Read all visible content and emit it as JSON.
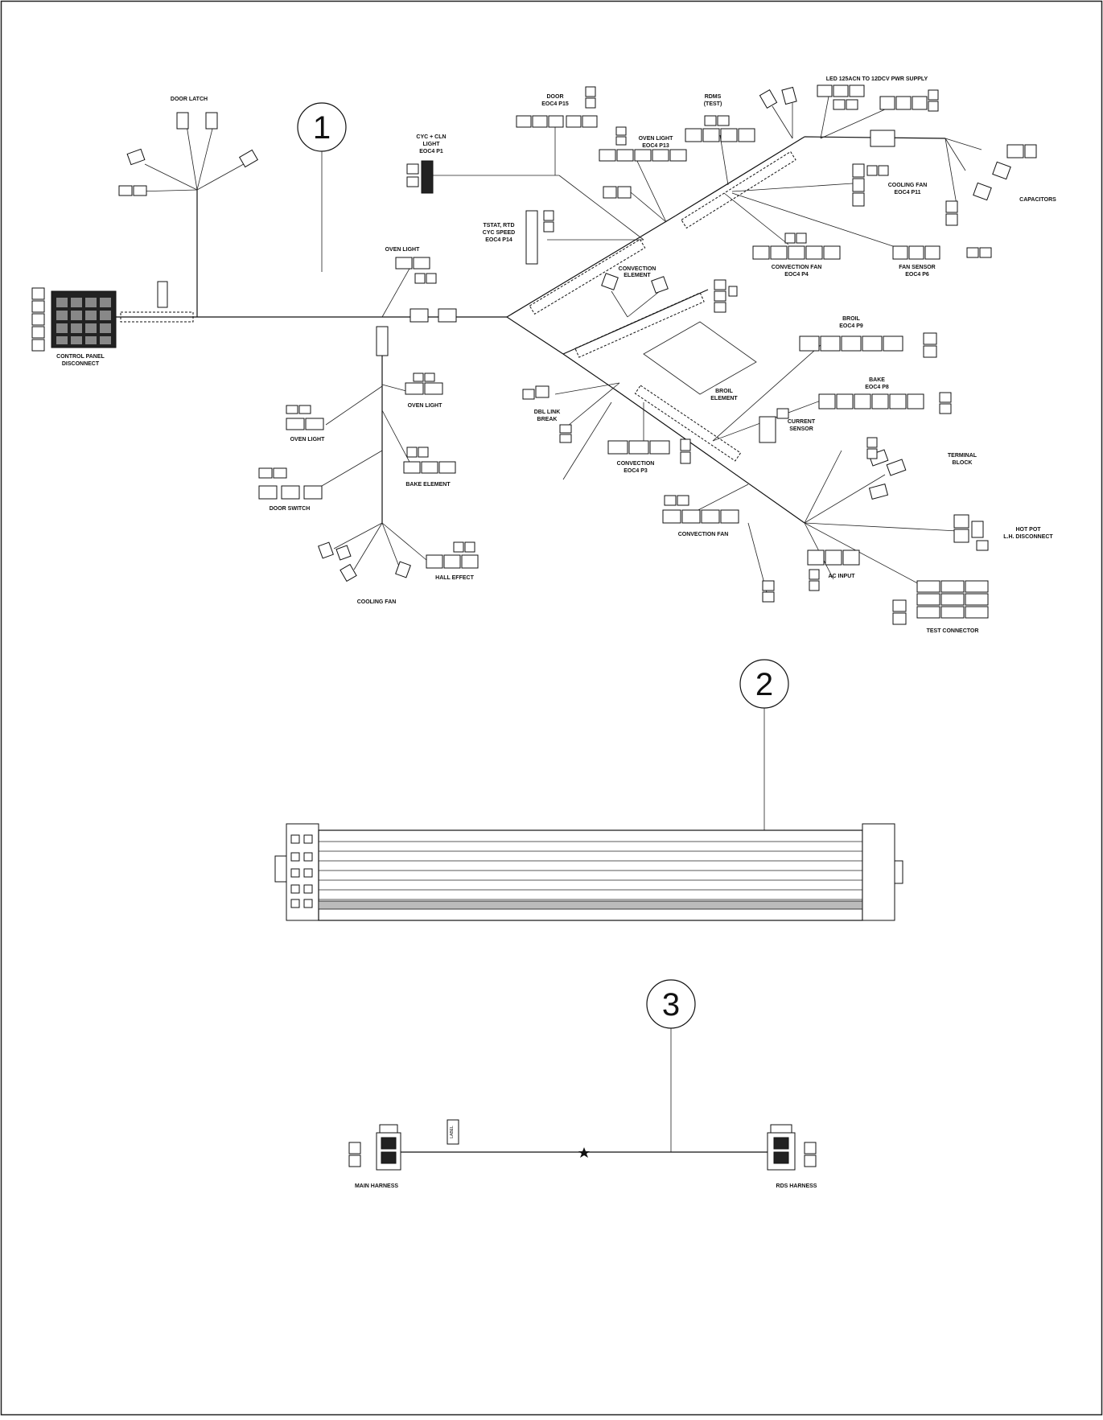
{
  "diagram": {
    "callouts": [
      "1",
      "2",
      "3"
    ],
    "harness1": {
      "labels": {
        "door_latch": "DOOR LATCH",
        "control_panel": "CONTROL PANEL",
        "disconnect": "DISCONNECT",
        "oven_light_top": "OVEN LIGHT",
        "oven_light_mid": "OVEN LIGHT",
        "oven_light_left": "OVEN LIGHT",
        "bake_element_left": "BAKE ELEMENT",
        "door_switch": "DOOR SWITCH",
        "cooling_fan_bottom": "COOLING FAN",
        "hall_effect": "HALL EFFECT",
        "cyc_cln_1": "CYC + CLN",
        "cyc_cln_2": "LIGHT",
        "cyc_cln_3": "EOC4 P1",
        "door_p15_1": "DOOR",
        "door_p15_2": "EOC4 P15",
        "oven_light_p13_1": "OVEN LIGHT",
        "oven_light_p13_2": "EOC4 P13",
        "rdms_1": "RDMS",
        "rdms_2": "(TEST)",
        "led_supply": "LED 125ACN TO 12DCV PWR SUPPLY",
        "capacitors": "CAPACITORS",
        "cooling_fan_p11_1": "COOLING FAN",
        "cooling_fan_p11_2": "EOC4 P11",
        "tstat_1": "TSTAT, RTD",
        "tstat_2": "CYC SPEED",
        "tstat_3": "EOC4 P14",
        "convection_fan_p4_1": "CONVECTION FAN",
        "convection_fan_p4_2": "EOC4 P4",
        "fan_sensor_1": "FAN SENSOR",
        "fan_sensor_2": "EOC4 P6",
        "convection_element": "CONVECTION",
        "convection_element_2": "ELEMENT",
        "broil_p9_1": "BROIL",
        "broil_p9_2": "EOC4 P9",
        "broil_element_1": "BROIL",
        "broil_element_2": "ELEMENT",
        "bake_p8_1": "BAKE",
        "bake_p8_2": "EOC4 P8",
        "current_sensor_1": "CURRENT",
        "current_sensor_2": "SENSOR",
        "dbl_link_1": "DBL LINK",
        "dbl_link_2": "BREAK",
        "convection_p3_1": "CONVECTION",
        "convection_p3_2": "EOC4 P3",
        "convection_fan_lower": "CONVECTION FAN",
        "terminal_block_1": "TERMINAL",
        "terminal_block_2": "BLOCK",
        "hot_pot_1": "HOT POT",
        "hot_pot_2": "L.H. DISCONNECT",
        "ac_input": "AC INPUT",
        "test_connector": "TEST CONNECTOR"
      }
    },
    "harness3": {
      "labels": {
        "main_harness": "MAIN HARNESS",
        "rds_harness": "RDS HARNESS",
        "label_tag": "LABEL"
      }
    }
  }
}
